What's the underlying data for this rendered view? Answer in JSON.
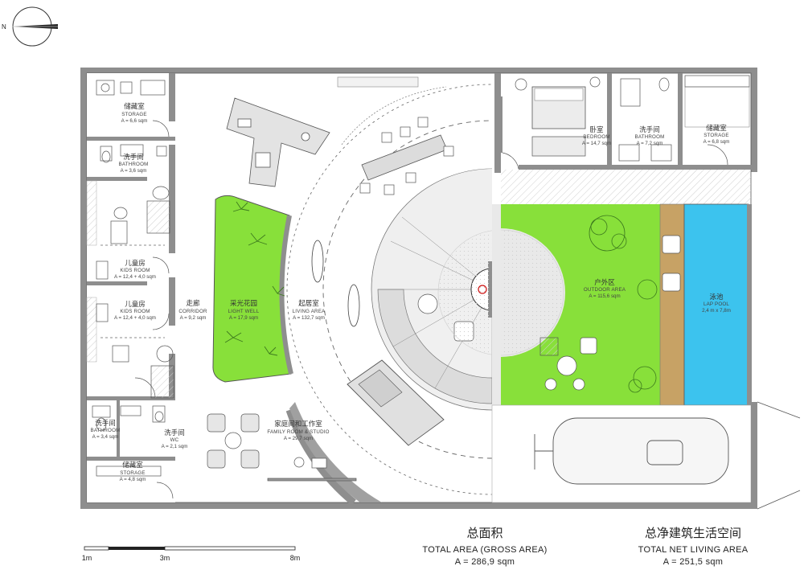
{
  "compass": {
    "label": "N"
  },
  "rooms": {
    "storage_tl": {
      "cn": "储藏室",
      "en": "STORAGE",
      "area": "A = 6,6 sqm"
    },
    "bathroom_l": {
      "cn": "洗手间",
      "en": "BATHROOM",
      "area": "A = 3,6 sqm"
    },
    "kids1": {
      "cn": "儿童房",
      "en": "KIDS ROOM",
      "area": "A = 12,4 + 4,0 sqm"
    },
    "kids2": {
      "cn": "儿童房",
      "en": "KIDS ROOM",
      "area": "A = 12,4 + 4,0 sqm"
    },
    "corridor": {
      "cn": "走廊",
      "en": "CORRIDOR",
      "area": "A = 9,2 sqm"
    },
    "lightwell": {
      "cn": "采光花园",
      "en": "LIGHT WELL",
      "area": "A = 17,9 sqm"
    },
    "living": {
      "cn": "起居室",
      "en": "LIVING AREA",
      "area": "A = 132,7 sqm"
    },
    "bathroom_bl": {
      "cn": "洗手间",
      "en": "BATHROOM",
      "area": "A = 3,4 sqm"
    },
    "wc": {
      "cn": "洗手间",
      "en": "WC",
      "area": "A = 2,1 sqm"
    },
    "storage_bl": {
      "cn": "储藏室",
      "en": "STORAGE",
      "area": "A = 4,8 sqm"
    },
    "family": {
      "cn": "家庭间和工作室",
      "en": "FAMILY ROOM & STUDIO",
      "area": "A = 29,7 sqm"
    },
    "bedroom": {
      "cn": "卧室",
      "en": "BEDROOM",
      "area": "A = 14,7 sqm"
    },
    "bathroom_r": {
      "cn": "洗手间",
      "en": "BATHROOM",
      "area": "A = 7,2 sqm"
    },
    "storage_r": {
      "cn": "储藏室",
      "en": "STORAGE",
      "area": "A = 6,8 sqm"
    },
    "outdoor": {
      "cn": "户外区",
      "en": "OUTDOOR AREA",
      "area": "A = 115,6 sqm"
    },
    "pool": {
      "cn": "泳池",
      "en": "LAP POOL",
      "area": "2,4 m x 7,8m"
    }
  },
  "summary": {
    "gross": {
      "cn": "总面积",
      "en": "TOTAL AREA (GROSS AREA)",
      "value": "A = 286,9 sqm"
    },
    "net": {
      "cn": "总净建筑生活空间",
      "en": "TOTAL NET LIVING AREA",
      "value": "A = 251,5 sqm"
    }
  },
  "scale": {
    "labels": [
      "1m",
      "3m",
      "8m"
    ]
  },
  "colors": {
    "wall": "#8e8e8e",
    "grass": "#88e03a",
    "pool": "#3cc3ee",
    "deck": "#c7a265",
    "floor_gray": "#f0f0f0"
  }
}
